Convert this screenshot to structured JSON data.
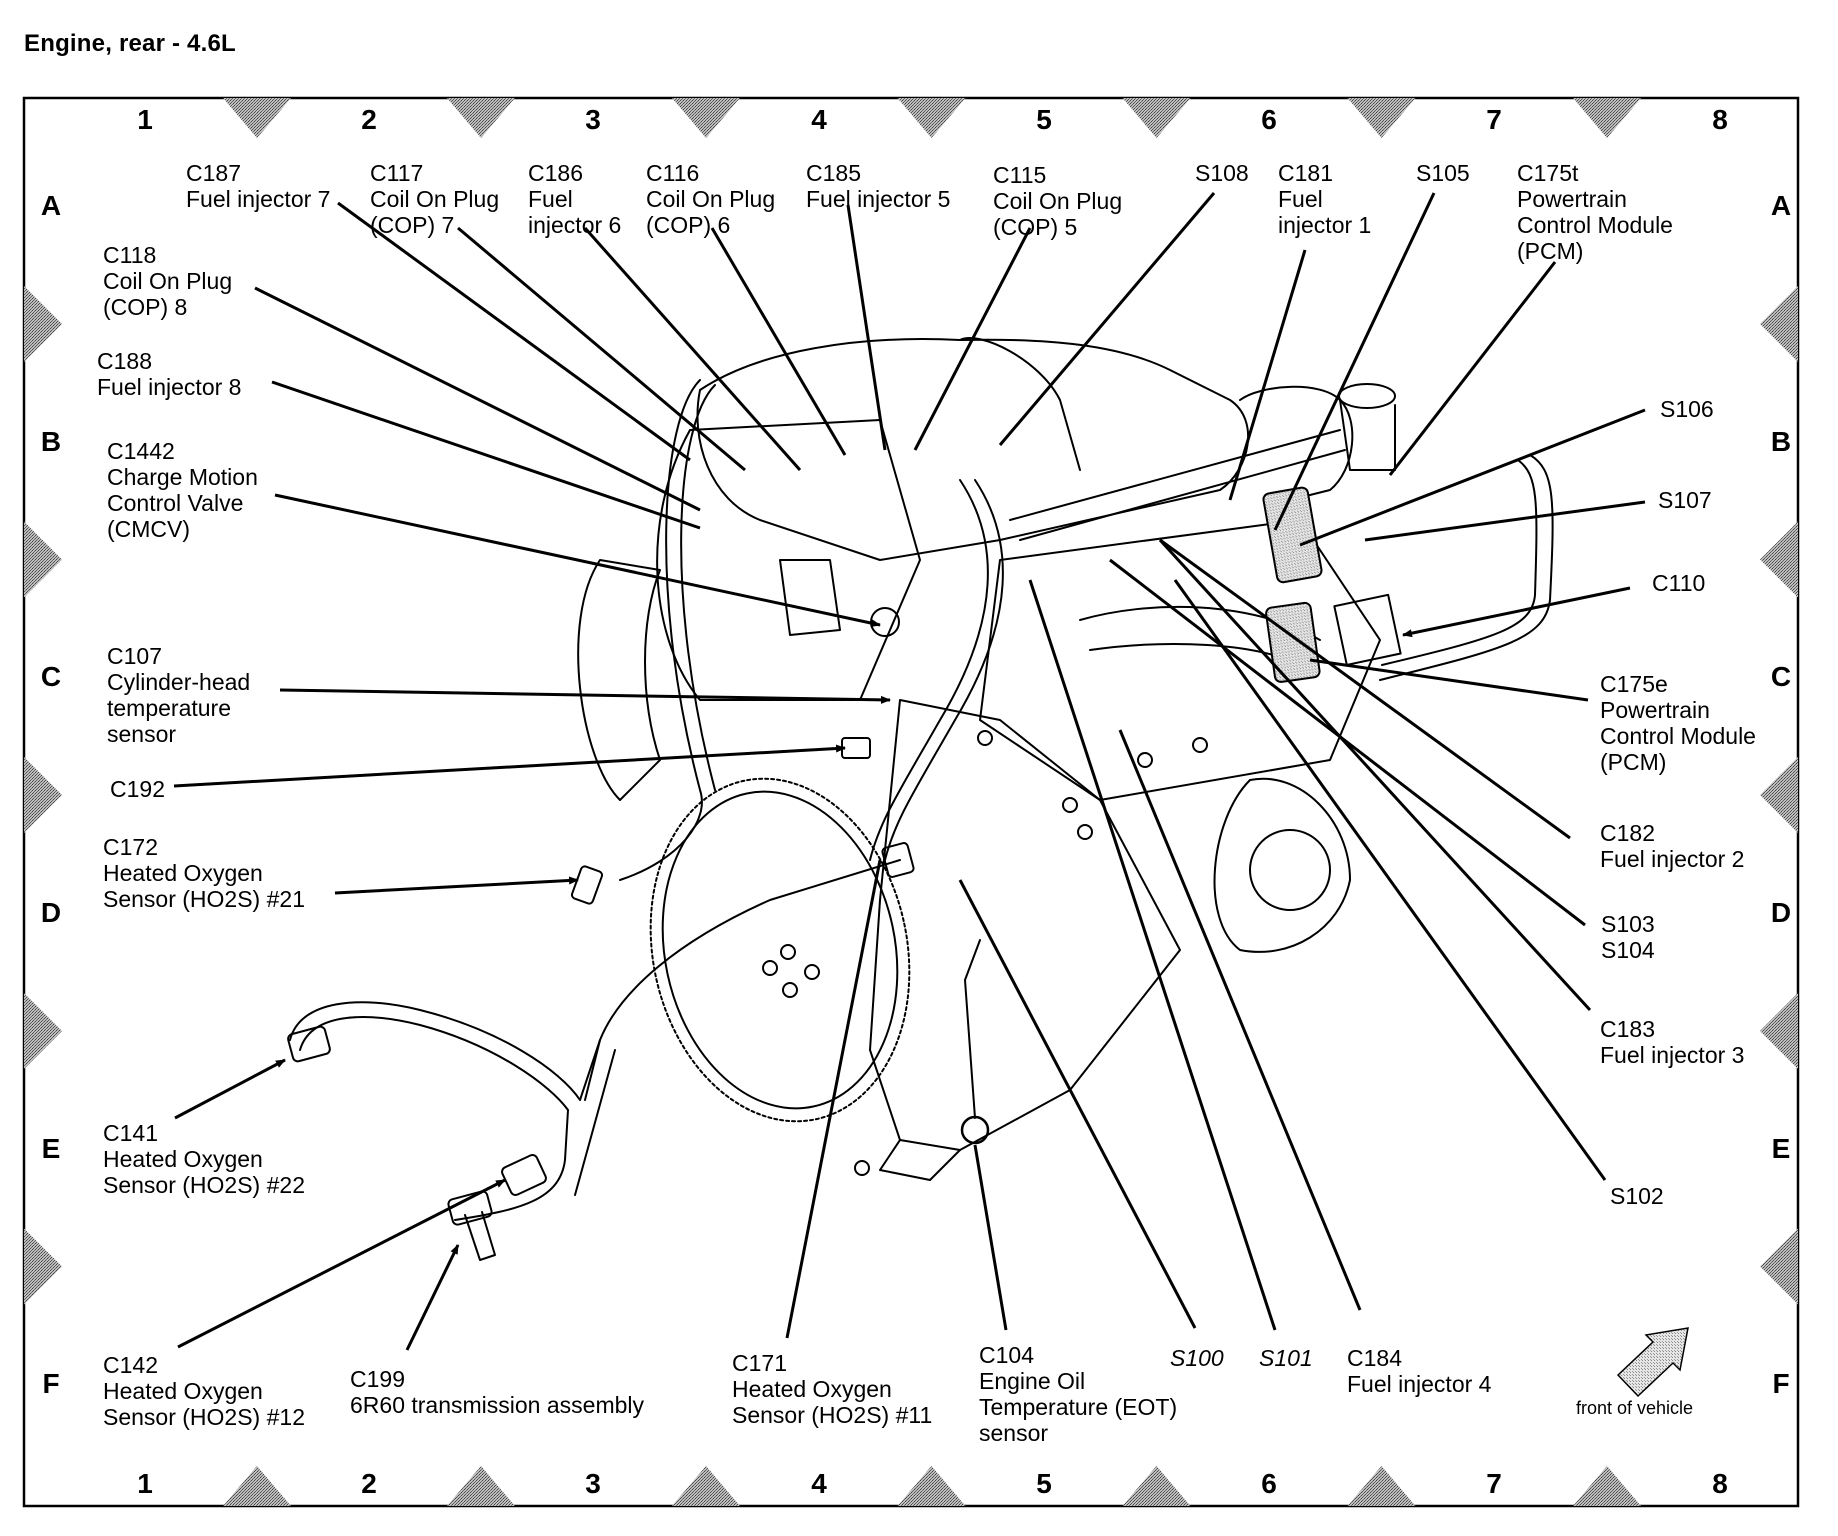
{
  "title": "Engine, rear - 4.6L",
  "grid": {
    "columns": [
      "1",
      "2",
      "3",
      "4",
      "5",
      "6",
      "7",
      "8"
    ],
    "rows": [
      "A",
      "B",
      "C",
      "D",
      "E",
      "F"
    ]
  },
  "colors": {
    "ink": "#000000",
    "marker": "#8a8a8a",
    "paper": "#ffffff"
  },
  "labels": [
    {
      "id": "c187",
      "code": "C187",
      "desc": "Fuel injector 7"
    },
    {
      "id": "c117",
      "code": "C117",
      "desc": "Coil On Plug\n(COP) 7"
    },
    {
      "id": "c186",
      "code": "C186",
      "desc": "Fuel\ninjector 6"
    },
    {
      "id": "c116",
      "code": "C116",
      "desc": "Coil On Plug\n(COP) 6"
    },
    {
      "id": "c185",
      "code": "C185",
      "desc": "Fuel injector 5"
    },
    {
      "id": "c115",
      "code": "C115",
      "desc": "Coil On Plug\n(COP) 5"
    },
    {
      "id": "s108",
      "code": "S108",
      "desc": ""
    },
    {
      "id": "c181",
      "code": "C181",
      "desc": "Fuel\ninjector 1"
    },
    {
      "id": "s105",
      "code": "S105",
      "desc": ""
    },
    {
      "id": "c175t",
      "code": "C175t",
      "desc": "Powertrain\nControl Module\n(PCM)"
    },
    {
      "id": "c118",
      "code": "C118",
      "desc": "Coil On Plug\n(COP) 8"
    },
    {
      "id": "c188",
      "code": "C188",
      "desc": "Fuel injector 8"
    },
    {
      "id": "c1442",
      "code": "C1442",
      "desc": "Charge Motion\nControl Valve\n(CMCV)"
    },
    {
      "id": "c107",
      "code": "C107",
      "desc": "Cylinder-head\ntemperature\nsensor"
    },
    {
      "id": "c192",
      "code": "C192",
      "desc": ""
    },
    {
      "id": "c172",
      "code": "C172",
      "desc": "Heated Oxygen\nSensor (HO2S) #21"
    },
    {
      "id": "c141",
      "code": "C141",
      "desc": "Heated Oxygen\nSensor (HO2S) #22"
    },
    {
      "id": "c142",
      "code": "C142",
      "desc": "Heated Oxygen\nSensor (HO2S) #12"
    },
    {
      "id": "c199",
      "code": "C199",
      "desc": "6R60 transmission assembly"
    },
    {
      "id": "c171",
      "code": "C171",
      "desc": "Heated Oxygen\nSensor (HO2S) #11"
    },
    {
      "id": "c104",
      "code": "C104",
      "desc": "Engine Oil\nTemperature (EOT)\nsensor"
    },
    {
      "id": "s100",
      "code": "S100",
      "desc": "",
      "italic": true
    },
    {
      "id": "s101",
      "code": "S101",
      "desc": "",
      "italic": true
    },
    {
      "id": "c184",
      "code": "C184",
      "desc": "Fuel injector 4"
    },
    {
      "id": "s106",
      "code": "S106",
      "desc": ""
    },
    {
      "id": "s107",
      "code": "S107",
      "desc": ""
    },
    {
      "id": "c110",
      "code": "C110",
      "desc": ""
    },
    {
      "id": "c175e",
      "code": "C175e",
      "desc": "Powertrain\nControl Module\n(PCM)"
    },
    {
      "id": "c182",
      "code": "C182",
      "desc": "Fuel injector 2"
    },
    {
      "id": "s103",
      "code": "S103",
      "desc": "S104"
    },
    {
      "id": "c183",
      "code": "C183",
      "desc": "Fuel injector 3"
    },
    {
      "id": "s102",
      "code": "S102",
      "desc": ""
    }
  ],
  "front_indicator": {
    "icon": "front-arrow-icon",
    "caption": "front of vehicle"
  }
}
